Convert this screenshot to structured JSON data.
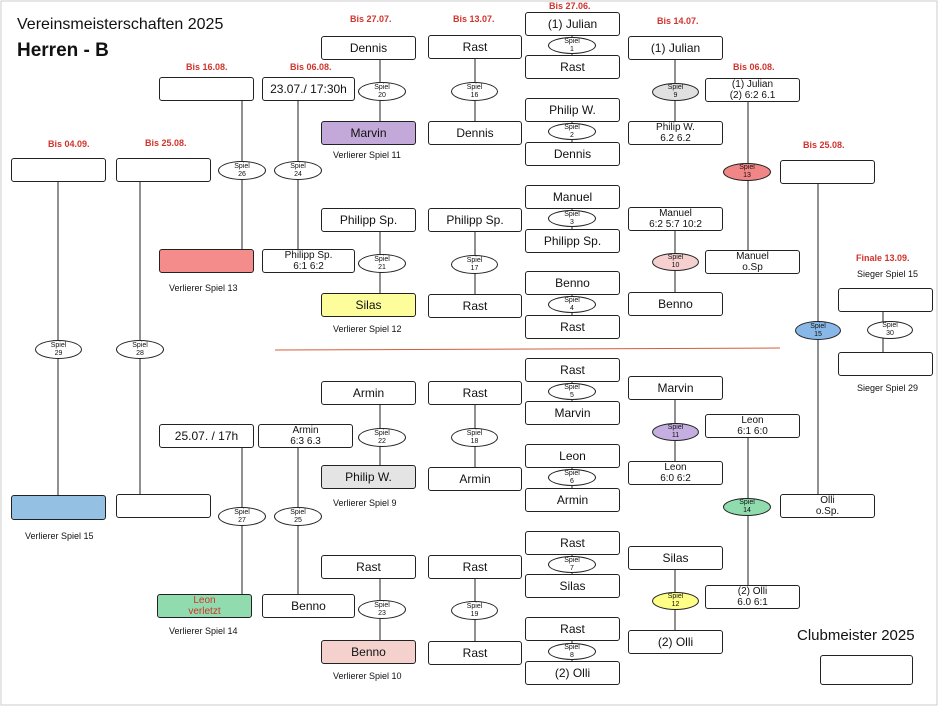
{
  "title": "Vereinsmeisterschaften 2025",
  "subtitle": "Herren - B",
  "champion_label": "Clubmeister 2025",
  "colors": {
    "deadline": "#d0342c",
    "divider": "#d65c3c",
    "purple": "#c3a9d9",
    "yellow": "#fdfd9c",
    "grey": "#e4e4e4",
    "salmon": "#f4d1cc",
    "red": "#f48c8c",
    "green": "#90dcae",
    "blue": "#94c0e4",
    "purple_oval": "#c5aee0",
    "pink_oval": "#f6cfcf",
    "light_grey_oval": "#e0e0e0",
    "red_oval": "#f08686",
    "green_oval": "#90dcae",
    "yellow_oval": "#ffff88",
    "blue_oval": "#88b8e8"
  },
  "deadlines": [
    "Bis 27.07.",
    "Bis 13.07.",
    "Bis 27.06.",
    "Bis 14.07.",
    "Bis 16.08.",
    "Bis 06.08.",
    "Bis 06.08.",
    "Bis 04.09.",
    "Bis 25.08.",
    "Bis 25.08.",
    "Finale 13.09."
  ],
  "notes": [
    "Verlierer Spiel 11",
    "Verlierer Spiel 13",
    "Verlierer Spiel 12",
    "Verlierer Spiel 9",
    "Verlierer Spiel 15",
    "Verlierer Spiel 14",
    "Verlierer Spiel 10",
    "Sieger Spiel 15",
    "Sieger Spiel 29"
  ],
  "round1": [
    {
      "top": "(1) Julian",
      "bottom": "Rast",
      "game": "Spiel 1"
    },
    {
      "top": "Philip W.",
      "bottom": "Dennis",
      "game": "Spiel 2"
    },
    {
      "top": "Manuel",
      "bottom": "Philipp Sp.",
      "game": "Spiel 3"
    },
    {
      "top": "Benno",
      "bottom": "Rast",
      "game": "Spiel 4"
    },
    {
      "top": "Rast",
      "bottom": "Marvin",
      "game": "Spiel 5"
    },
    {
      "top": "Leon",
      "bottom": "Armin",
      "game": "Spiel 6"
    },
    {
      "top": "Rast",
      "bottom": "Silas",
      "game": "Spiel 7"
    },
    {
      "top": "Rast",
      "bottom": "(2) Olli",
      "game": "Spiel 8"
    }
  ],
  "round2": [
    {
      "top": "(1) Julian",
      "bottom": "Philip W.",
      "bottom2": "6.2 6.2",
      "game": "Spiel 9"
    },
    {
      "top": "Manuel",
      "top2": "6:2 5:7 10:2",
      "bottom": "Benno",
      "game": "Spiel 10"
    },
    {
      "top": "Marvin",
      "bottom": "Leon",
      "bottom2": "6:0 6:2",
      "game": "Spiel 11"
    },
    {
      "top": "Silas",
      "bottom": "(2) Olli",
      "game": "Spiel 12"
    }
  ],
  "semis": [
    {
      "top": "(1) Julian",
      "top2": "(2) 6:2 6.1",
      "bottom": "Manuel",
      "bottom2": "o.Sp",
      "game": "Spiel 13"
    },
    {
      "top": "Leon",
      "top2": "6:1 6:0",
      "bottom": "(2) Olli",
      "bottom2": "6.0 6:1",
      "game": "Spiel 14"
    }
  ],
  "final_game": {
    "winner": "",
    "bottom": "Olli",
    "bottom2": "o.Sp.",
    "game": "Spiel 15"
  },
  "consolation_r1": [
    {
      "top": "Dennis",
      "bottom": "Marvin",
      "game": "Spiel 20"
    },
    {
      "top": "Philipp Sp.",
      "bottom": "Silas",
      "game": "Spiel 21"
    },
    {
      "top": "Armin",
      "bottom": "Philip W.",
      "game": "Spiel 22"
    },
    {
      "top": "Rast",
      "bottom": "Benno",
      "game": "Spiel 23"
    }
  ],
  "consolation_byes": [
    {
      "top": "Rast",
      "bottom": "Dennis",
      "game": "Spiel 16"
    },
    {
      "top": "Philipp Sp.",
      "bottom": "Rast",
      "game": "Spiel 17"
    },
    {
      "top": "Rast",
      "bottom": "Armin",
      "game": "Spiel 18"
    },
    {
      "top": "Rast",
      "bottom": "Rast",
      "game": "Spiel 19"
    }
  ],
  "consolation_r2": [
    {
      "top": "23.07./ 17:30h",
      "bottom": "Philipp Sp.",
      "bottom2": "6:1 6:2",
      "game": "Spiel 24"
    },
    {
      "top": "Armin",
      "top2": "6:3 6.3",
      "bottom": "Benno",
      "game": "Spiel 25"
    }
  ],
  "consolation_r3": [
    {
      "top": "",
      "bottom": "",
      "game": "Spiel 26"
    },
    {
      "top": "25.07. / 17h",
      "bottom": "Leon",
      "bottom2": "verletzt",
      "game": "Spiel 27"
    }
  ],
  "consolation_r4": [
    {
      "top": "",
      "bottom": "",
      "game": "Spiel 28"
    },
    {
      "top": "",
      "bottom": "",
      "game": "Spiel 29"
    }
  ],
  "final30": {
    "top": "",
    "bottom": "",
    "game": "Spiel 30"
  },
  "champion": ""
}
